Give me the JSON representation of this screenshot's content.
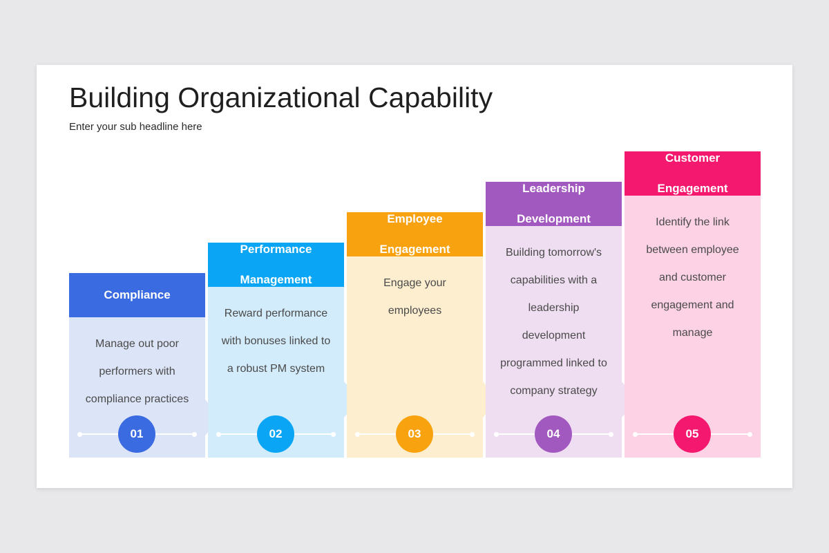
{
  "slide": {
    "title": "Building Organizational Capability",
    "subtitle": "Enter your sub headline here"
  },
  "steps": [
    {
      "number": "01",
      "title_line1": "Compliance",
      "title_line2": "",
      "desc": [
        "Manage out poor",
        "performers with",
        "compliance practices"
      ],
      "color": "#3b6be0",
      "bg": "#dce4f7"
    },
    {
      "number": "02",
      "title_line1": "Performance",
      "title_line2": "Management",
      "desc": [
        "Reward performance",
        "with bonuses linked to",
        "a robust PM system"
      ],
      "color": "#0aa6f5",
      "bg": "#d3ecfb"
    },
    {
      "number": "03",
      "title_line1": "Employee",
      "title_line2": "Engagement",
      "desc": [
        "Engage your",
        "employees"
      ],
      "color": "#f8a210",
      "bg": "#fdeecf"
    },
    {
      "number": "04",
      "title_line1": "Leadership",
      "title_line2": "Development",
      "desc": [
        "Building tomorrow's",
        "capabilities with a",
        "leadership",
        "development",
        "programmed linked to",
        "company strategy"
      ],
      "color": "#a259bf",
      "bg": "#efdef1"
    },
    {
      "number": "05",
      "title_line1": "Customer",
      "title_line2": "Engagement",
      "desc": [
        "Identify the link",
        "between employee",
        "and customer",
        "engagement and",
        "manage"
      ],
      "color": "#f5186f",
      "bg": "#fcd2e4"
    }
  ]
}
